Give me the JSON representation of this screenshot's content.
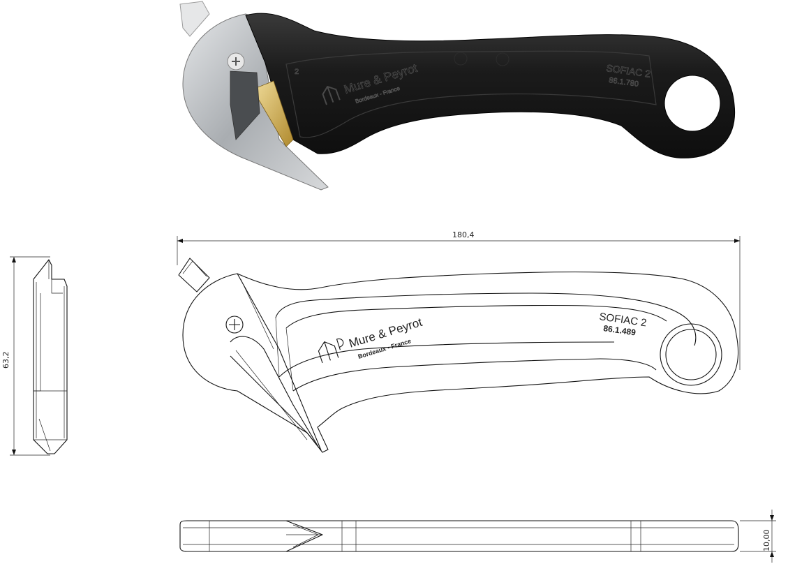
{
  "brand": {
    "name": "Mure & Peyrot",
    "location": "Bordeaux - France",
    "model": "SOFIAC 2",
    "drawing_ref": "86.1.489",
    "photo_ref": "86.1.780",
    "photo_mark": "2"
  },
  "dimensions": {
    "length": "180,4",
    "height": "63,2",
    "thickness": "10,00"
  },
  "colors": {
    "handle": "#1c1c1c",
    "blade_guard": "#b8bcc0",
    "blade": "#c9a24a",
    "line": "#111111"
  }
}
